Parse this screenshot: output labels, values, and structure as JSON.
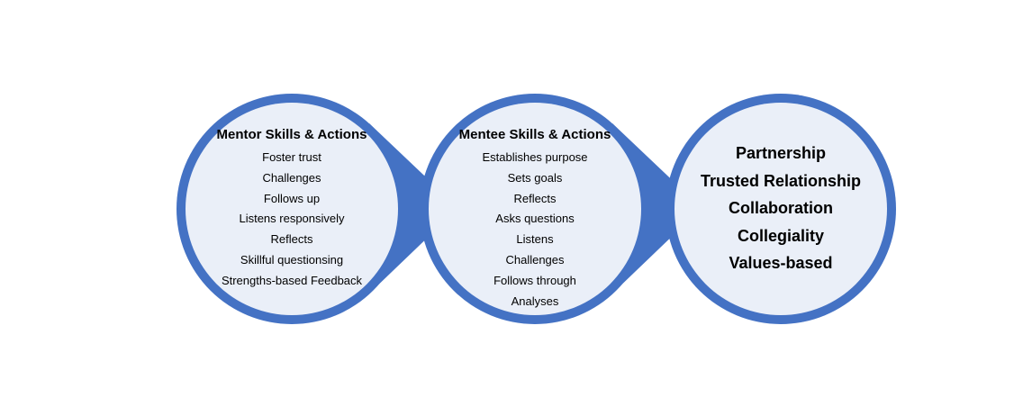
{
  "colors": {
    "ring": "#4472C4",
    "fill": "#EAEFF8",
    "text": "#000000",
    "background": "#FFFFFF"
  },
  "mentor": {
    "heading": "Mentor Skills & Actions",
    "items": [
      "Foster trust",
      "Challenges",
      "Follows up",
      "Listens responsively",
      "Reflects",
      "Skillful questionsing",
      "Strengths-based Feedback"
    ]
  },
  "mentee": {
    "heading": "Mentee Skills & Actions",
    "items": [
      "Establishes purpose",
      "Sets goals",
      "Reflects",
      "Asks questions",
      "Listens",
      "Challenges",
      "Follows through",
      "Analyses"
    ]
  },
  "outcomes": {
    "items": [
      "Partnership",
      "Trusted Relationship",
      "Collaboration",
      "Collegiality",
      "Values-based"
    ]
  }
}
